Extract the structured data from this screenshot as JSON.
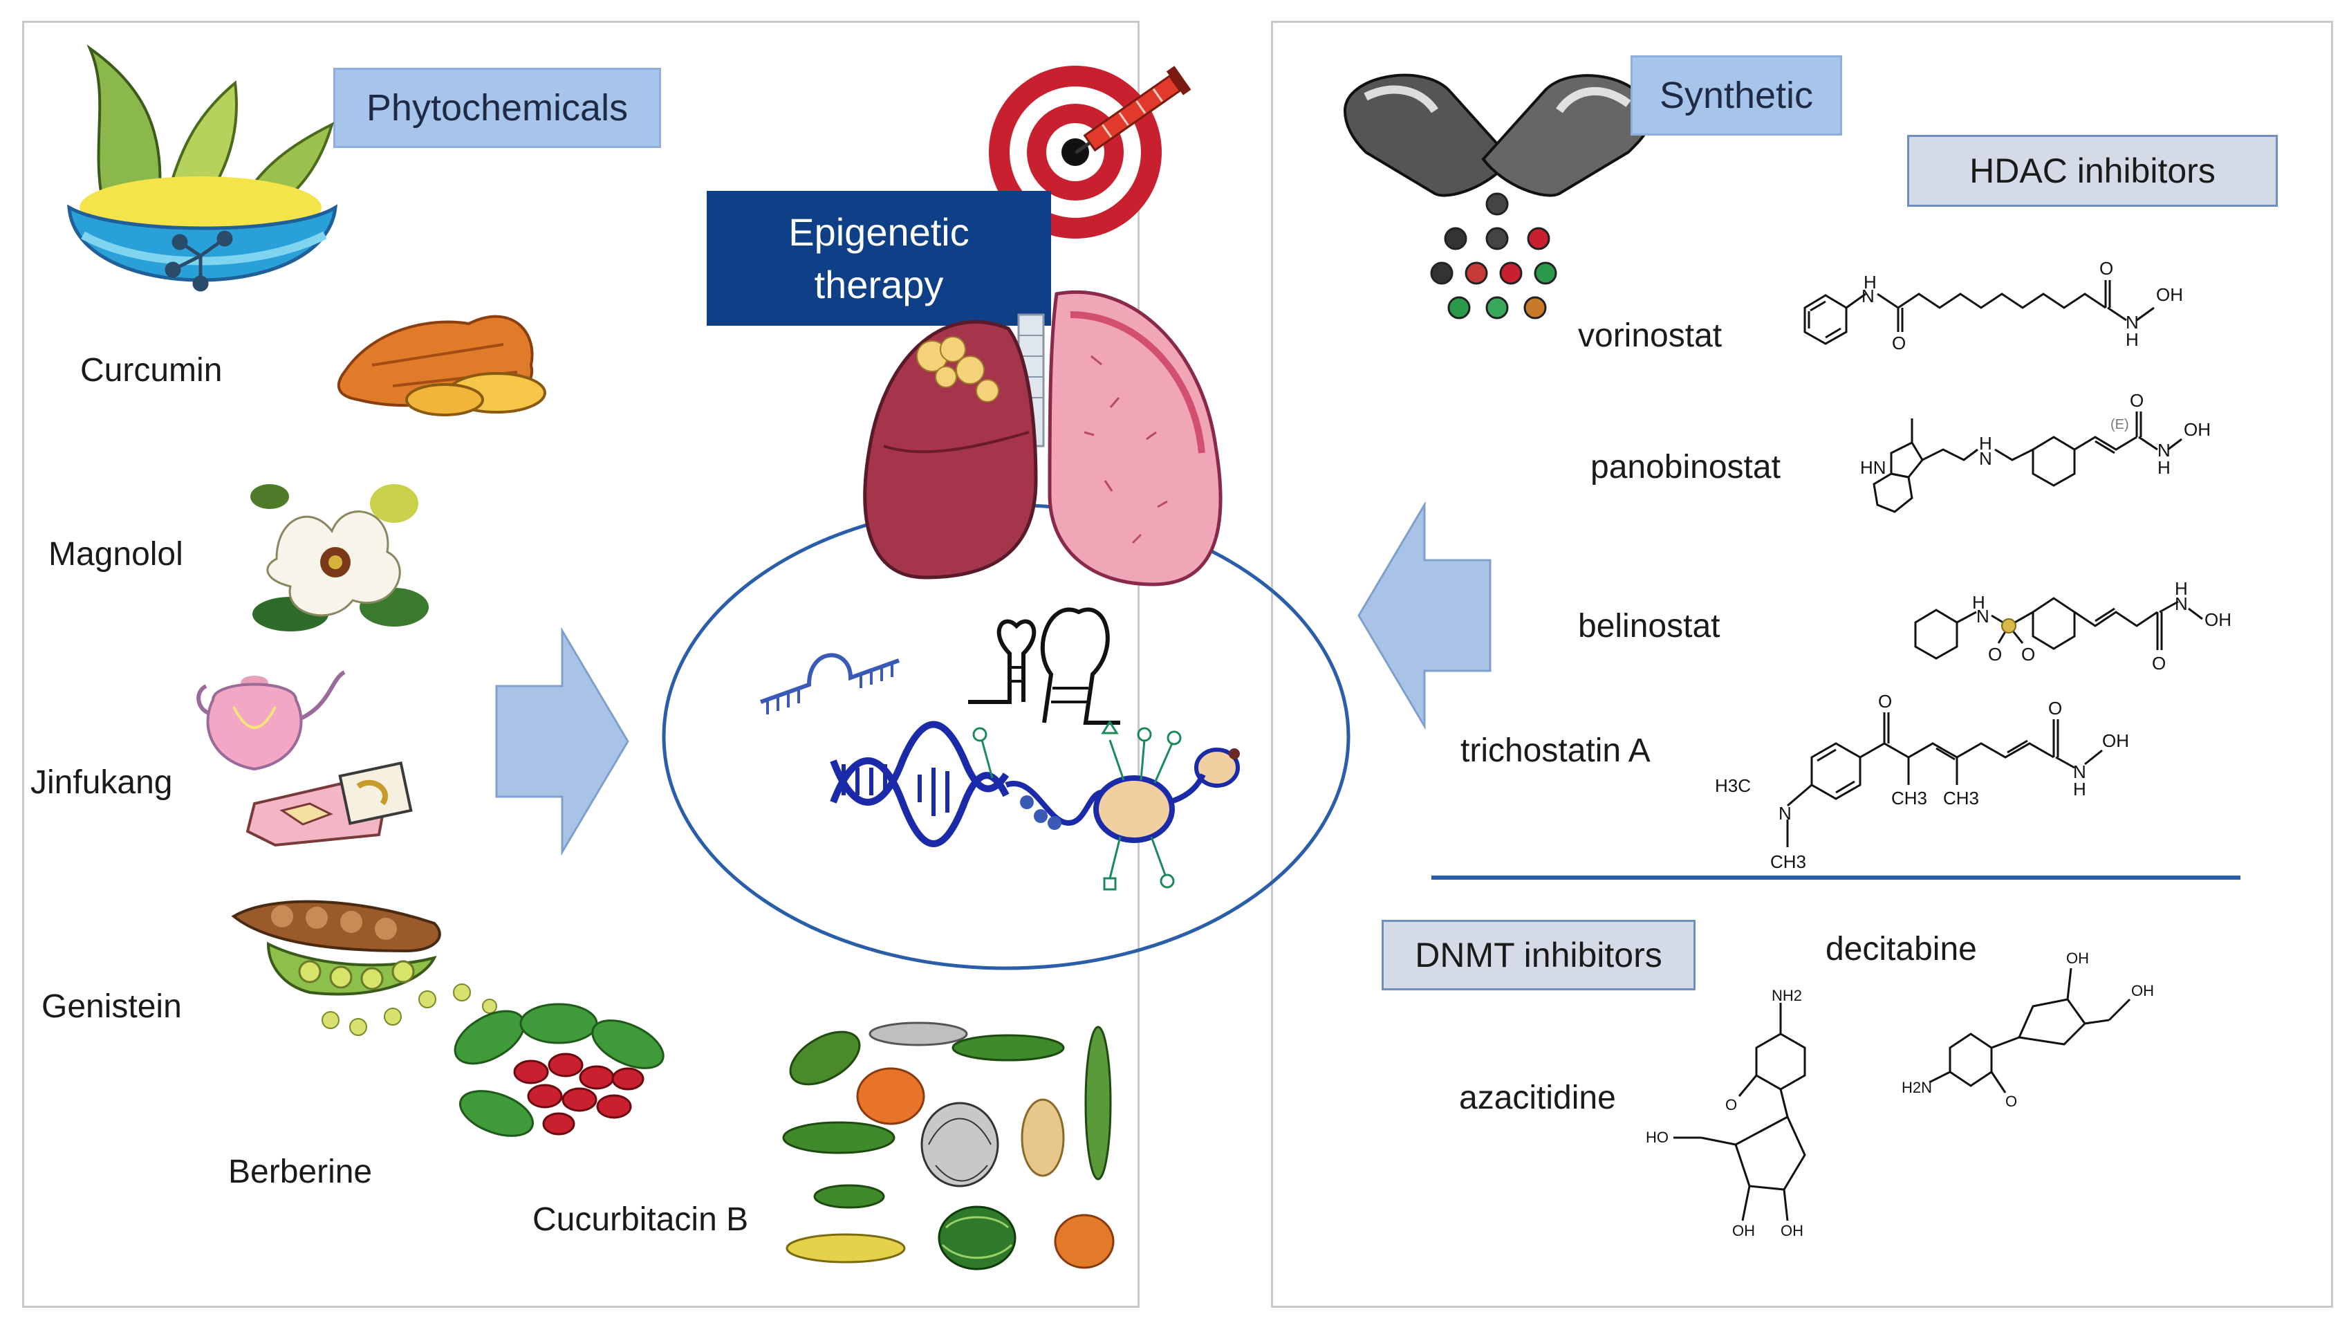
{
  "phytochemicals": {
    "title": "Phytochemicals",
    "items": [
      "Curcumin",
      "Magnolol",
      "Jinfukang",
      "Genistein",
      "Berberine",
      "Cucurbitacin B"
    ]
  },
  "center": {
    "title_line1": "Epigenetic",
    "title_line2": "therapy"
  },
  "synthetic": {
    "title": "Synthetic",
    "hdac": {
      "title": "HDAC inhibitors",
      "drugs": [
        "vorinostat",
        "panobinostat",
        "belinostat",
        "trichostatin A"
      ]
    },
    "dnmt": {
      "title": "DNMT inhibitors",
      "drugs": [
        "decitabine",
        "azacitidine"
      ]
    }
  },
  "colors": {
    "arrow_fill": "#a9c3e6",
    "arrow_stroke": "#7f9fcc",
    "ellipse_stroke": "#2a5ea8",
    "epi_box": "#0f3f86",
    "divider": "#2a5ea8"
  },
  "chem_labels": {
    "oh": "OH",
    "o": "O",
    "n": "N",
    "h": "H",
    "nh": "HN",
    "hn": "H",
    "e": "(E)",
    "h3c": "H3C",
    "ch3": "CH3",
    "nh2": "NH2",
    "ho": "HO",
    "h2n": "H2N"
  }
}
